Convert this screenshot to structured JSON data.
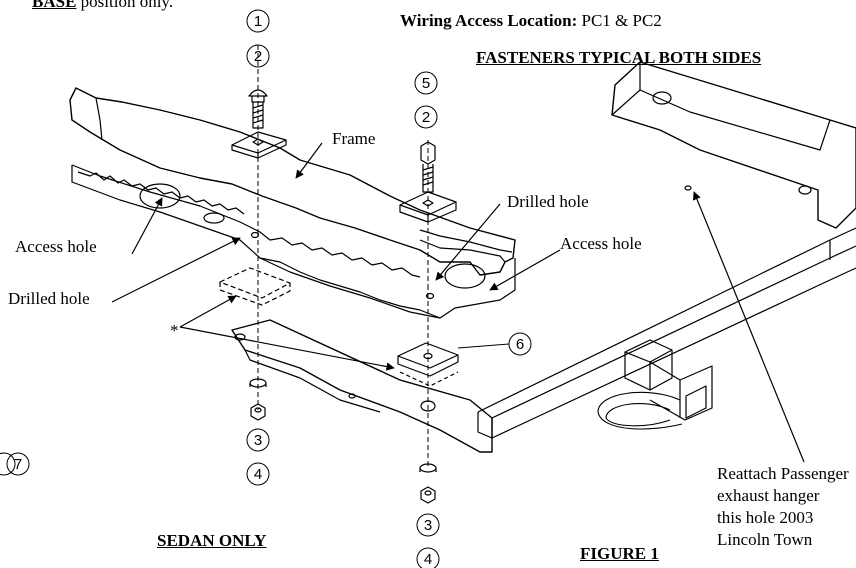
{
  "header": {
    "cut_text_prefix": "BASE",
    "cut_text_rest": " position only.",
    "wiring_label": "Wiring Access Location:",
    "wiring_value": "PC1 & PC2",
    "fasteners_note": "FASTENERS TYPICAL BOTH SIDES"
  },
  "callouts": {
    "frame": "Frame",
    "drilled_hole_upper": "Drilled hole",
    "access_hole_right": "Access hole",
    "access_hole_left": "Access hole",
    "drilled_hole_left": "Drilled hole",
    "asterisk": "*"
  },
  "part_numbers": {
    "p1": "1",
    "p2_left": "2",
    "p5": "5",
    "p2_right": "2",
    "p6": "6",
    "p3_left": "3",
    "p4_left": "4",
    "p3_right": "3",
    "p4_right": "4",
    "p7": "7"
  },
  "reattach_note": [
    "Reattach Passenger",
    "exhaust hanger",
    "this hole 2003",
    "Lincoln Town"
  ],
  "captions": {
    "sedan_only": "SEDAN ONLY",
    "figure": "FIGURE 1"
  }
}
